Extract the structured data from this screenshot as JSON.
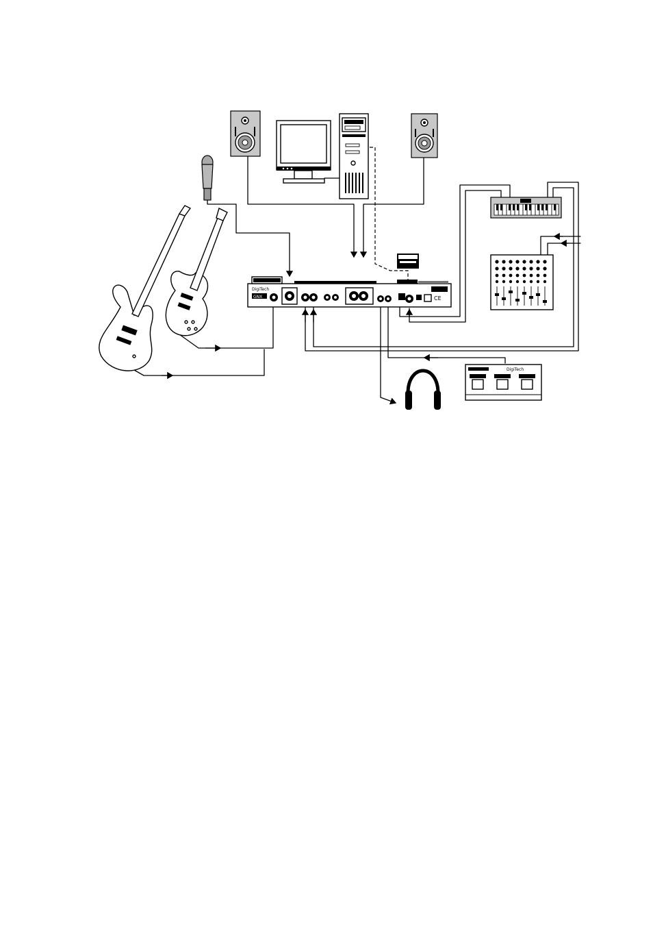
{
  "devices": {
    "main_unit": {
      "brand": "DigiTech",
      "name": "GNX"
    },
    "footswitch": {
      "brand": "DigiTech"
    }
  },
  "colors": {
    "line": "#000000",
    "background": "#ffffff",
    "device_fill": "#c8c8c8"
  }
}
